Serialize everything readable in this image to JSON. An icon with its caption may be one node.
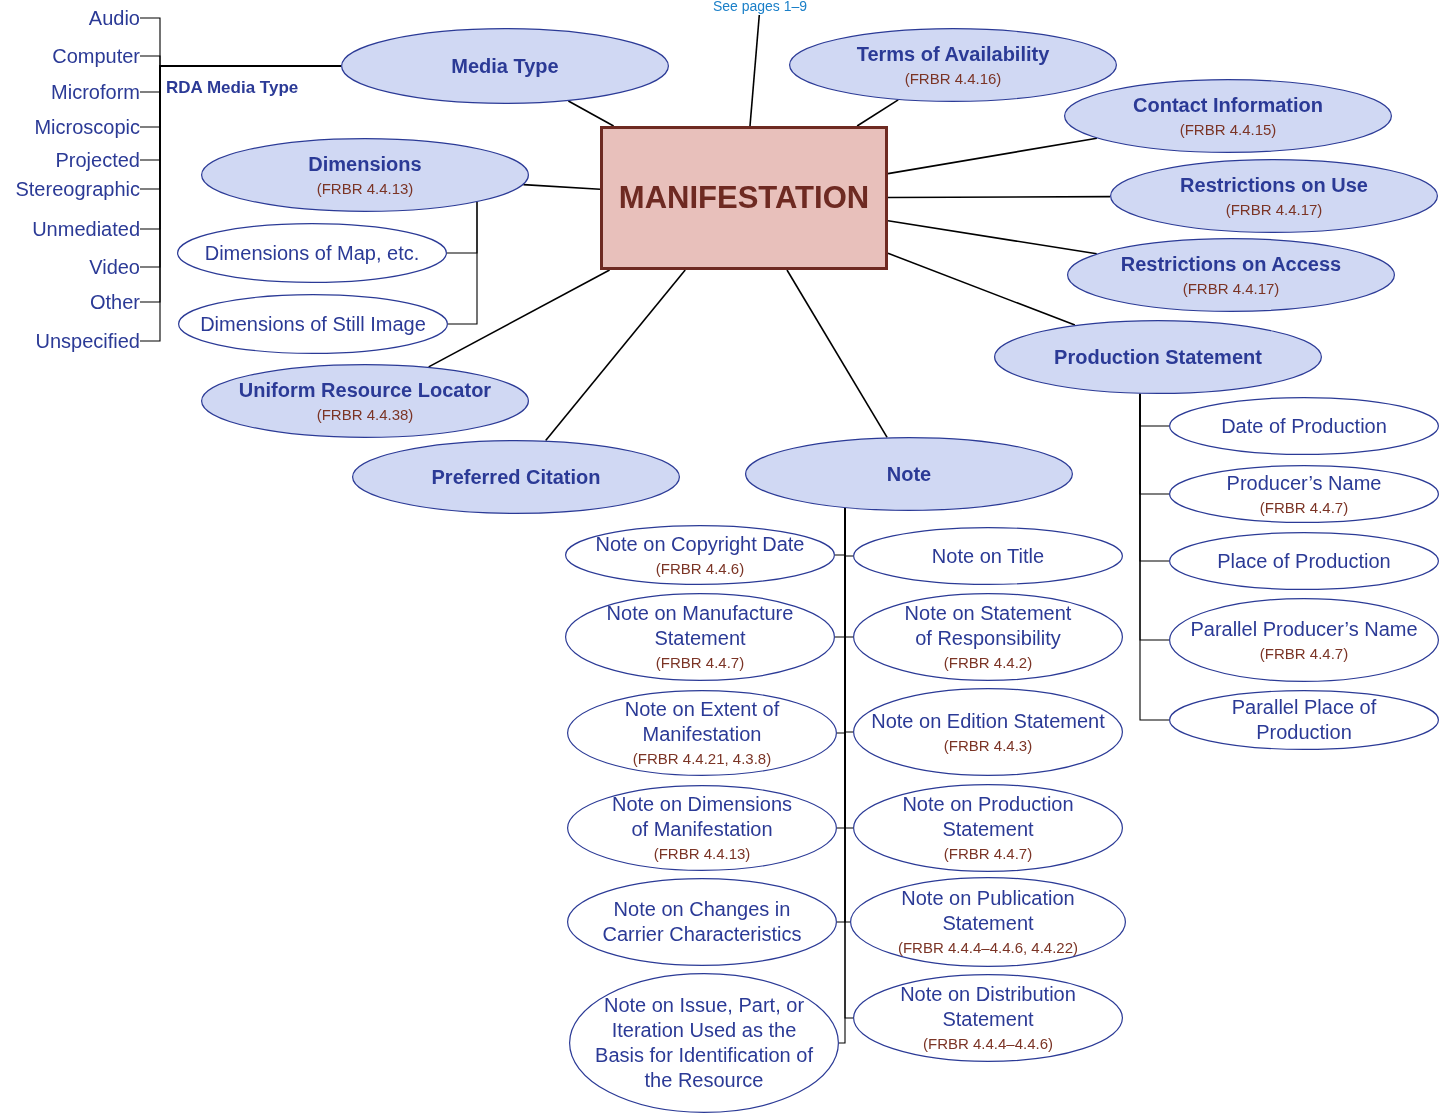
{
  "diagram": {
    "nodes": [
      {
        "text": [
          "MANIFESTATION"
        ]
      },
      {
        "text": [
          "See pages 1–9"
        ]
      },
      {
        "text": [
          "Audio"
        ]
      },
      {
        "text": [
          "Computer"
        ]
      },
      {
        "text": [
          "Microform"
        ]
      },
      {
        "text": [
          "Microscopic"
        ]
      },
      {
        "text": [
          "Projected"
        ]
      },
      {
        "text": [
          "Stereographic"
        ]
      },
      {
        "text": [
          "Unmediated"
        ]
      },
      {
        "text": [
          "Video"
        ]
      },
      {
        "text": [
          "Other"
        ]
      },
      {
        "text": [
          "Unspecified"
        ]
      },
      {
        "text": [
          "Media Type"
        ]
      },
      {
        "text": [
          "Terms of Availability",
          "(FRBR 4.4.16)"
        ]
      },
      {
        "text": [
          "Contact Information",
          "(FRBR 4.4.15)"
        ]
      },
      {
        "text": [
          "Dimensions",
          "(FRBR 4.4.13)"
        ]
      },
      {
        "text": [
          "Dimensions of Map, etc."
        ]
      },
      {
        "text": [
          "Dimensions of Still Image"
        ]
      },
      {
        "text": [
          "Restrictions on Use",
          "(FRBR 4.4.17)"
        ]
      },
      {
        "text": [
          "Restrictions on Access",
          "(FRBR 4.4.17)"
        ]
      },
      {
        "text": [
          "Production Statement"
        ]
      },
      {
        "text": [
          "Uniform Resource Locator",
          "(FRBR 4.4.38)"
        ]
      },
      {
        "text": [
          "Preferred Citation"
        ]
      },
      {
        "text": [
          "Note"
        ]
      },
      {
        "text": [
          "Date of Production"
        ]
      },
      {
        "text": [
          "Producer’s Name",
          "(FRBR 4.4.7)"
        ]
      },
      {
        "text": [
          "Place of Production"
        ]
      },
      {
        "text": [
          "Parallel Producer’s Name",
          "(FRBR 4.4.7)"
        ]
      },
      {
        "text": [
          "Parallel Place of Production"
        ]
      },
      {
        "text": [
          "Note on Copyright Date",
          "(FRBR 4.4.6)"
        ]
      },
      {
        "text": [
          "Note on Title"
        ]
      },
      {
        "text": [
          "Note on Manufacture Statement",
          "(FRBR 4.4.7)"
        ]
      },
      {
        "text": [
          "Note on Statement of Responsibility",
          "(FRBR 4.4.2)"
        ]
      },
      {
        "text": [
          "Note on Extent of Manifestation",
          "(FRBR 4.4.21, 4.3.8)"
        ]
      },
      {
        "text": [
          "Note on Edition Statement",
          "(FRBR 4.4.3)"
        ]
      },
      {
        "text": [
          "Note on Dimensions of Manifestation",
          "(FRBR 4.4.13)"
        ]
      },
      {
        "text": [
          "Note on Production Statement",
          "(FRBR 4.4.7)"
        ]
      },
      {
        "text": [
          "Note on Changes in Carrier Characteristics"
        ]
      },
      {
        "text": [
          "Note on Publication Statement",
          "(FRBR 4.4.4–4.4.6, 4.4.22)"
        ]
      },
      {
        "text": [
          "Note on Issue, Part, or Iteration Used as the Basis for Identification of the Resource"
        ]
      },
      {
        "text": [
          "Note on Distribution Statement",
          "(FRBR 4.4.4–4.4.6)"
        ]
      }
    ],
    "edges": [
      {
        "from": 0,
        "to": 1,
        "arrow": "none"
      },
      {
        "from": 0,
        "to": 12,
        "arrow": "none"
      },
      {
        "from": 0,
        "to": 13,
        "arrow": "none"
      },
      {
        "from": 0,
        "to": 14,
        "arrow": "none"
      },
      {
        "from": 0,
        "to": 15,
        "arrow": "none"
      },
      {
        "from": 0,
        "to": 18,
        "arrow": "none"
      },
      {
        "from": 0,
        "to": 19,
        "arrow": "none"
      },
      {
        "from": 0,
        "to": 20,
        "arrow": "none"
      },
      {
        "from": 0,
        "to": 21,
        "arrow": "none"
      },
      {
        "from": 0,
        "to": 22,
        "arrow": "none"
      },
      {
        "from": 0,
        "to": 23,
        "arrow": "none"
      },
      {
        "from": 12,
        "to": 2,
        "arrow": "none"
      },
      {
        "from": 12,
        "to": 3,
        "arrow": "none"
      },
      {
        "from": 12,
        "to": 4,
        "arrow": "none"
      },
      {
        "from": 12,
        "to": 5,
        "arrow": "none"
      },
      {
        "from": 12,
        "to": 6,
        "arrow": "none"
      },
      {
        "from": 12,
        "to": 7,
        "arrow": "none"
      },
      {
        "from": 12,
        "to": 8,
        "arrow": "none"
      },
      {
        "from": 12,
        "to": 9,
        "arrow": "none"
      },
      {
        "from": 12,
        "to": 10,
        "arrow": "none"
      },
      {
        "from": 12,
        "to": 11,
        "arrow": "none"
      },
      {
        "from": 15,
        "to": 16,
        "arrow": "none"
      },
      {
        "from": 15,
        "to": 17,
        "arrow": "none"
      },
      {
        "from": 20,
        "to": 24,
        "arrow": "none"
      },
      {
        "from": 20,
        "to": 25,
        "arrow": "none"
      },
      {
        "from": 20,
        "to": 26,
        "arrow": "none"
      },
      {
        "from": 20,
        "to": 27,
        "arrow": "none"
      },
      {
        "from": 20,
        "to": 28,
        "arrow": "none"
      },
      {
        "from": 23,
        "to": 29,
        "arrow": "none"
      },
      {
        "from": 23,
        "to": 30,
        "arrow": "none"
      },
      {
        "from": 23,
        "to": 31,
        "arrow": "none"
      },
      {
        "from": 23,
        "to": 32,
        "arrow": "none"
      },
      {
        "from": 23,
        "to": 33,
        "arrow": "none"
      },
      {
        "from": 23,
        "to": 34,
        "arrow": "none"
      },
      {
        "from": 23,
        "to": 35,
        "arrow": "none"
      },
      {
        "from": 23,
        "to": 36,
        "arrow": "none"
      },
      {
        "from": 23,
        "to": 37,
        "arrow": "none"
      },
      {
        "from": 23,
        "to": 38,
        "arrow": "none"
      },
      {
        "from": 23,
        "to": 39,
        "arrow": "none"
      },
      {
        "from": 23,
        "to": 40,
        "arrow": "none"
      }
    ],
    "labels": [
      "RDA Media Type"
    ]
  }
}
